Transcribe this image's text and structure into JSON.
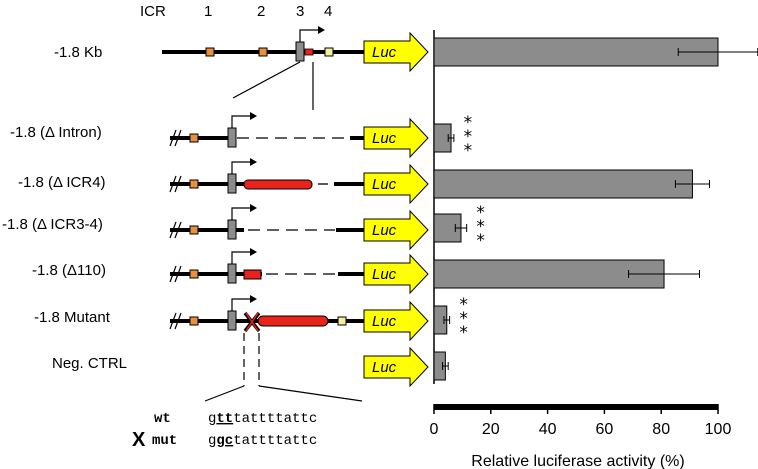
{
  "diagram": {
    "icr_header": "ICR",
    "icr_numbers": [
      "1",
      "2",
      "3",
      "4"
    ],
    "luc_label": "Luc",
    "constructs": [
      {
        "label": "-1.8 Kb"
      },
      {
        "label": "-1.8 (Δ Intron)"
      },
      {
        "label": "-1.8 (Δ ICR4)"
      },
      {
        "label": "-1.8 (Δ ICR3-4)"
      },
      {
        "label": "-1.8 (Δ110)"
      },
      {
        "label": "-1.8 Mutant"
      },
      {
        "label": "Neg. CTRL"
      }
    ],
    "sequence": {
      "wt_label": "wt",
      "mut_label": "mut",
      "mut_marker": "X",
      "wt_prefix": "g",
      "wt_site": "tt",
      "wt_rest": "tattttattc",
      "mut_prefix": "g",
      "mut_site": "gc",
      "mut_rest": "tattttattc"
    }
  },
  "colors": {
    "bar": "#8c8c8c",
    "icr1": "#e8913a",
    "icr2": "#e8913a",
    "icr3": "#8c8c8c",
    "icr4": "#f5eea0",
    "deletion_region": "#e8231b",
    "luc": "#ffff00"
  },
  "chart_data": {
    "type": "bar",
    "orientation": "horizontal",
    "categories": [
      "-1.8 Kb",
      "-1.8 (Δ Intron)",
      "-1.8 (Δ ICR4)",
      "-1.8 (Δ ICR3-4)",
      "-1.8 (Δ110)",
      "-1.8 Mutant",
      "Neg. CTRL"
    ],
    "values": [
      100,
      6,
      91,
      9.5,
      81,
      4.5,
      4
    ],
    "errors": [
      14,
      1,
      6,
      2,
      12.5,
      1,
      1
    ],
    "significance": [
      "",
      "***",
      "",
      "***",
      "",
      "***",
      ""
    ],
    "xlabel": "Relative luciferase activity (%)",
    "xlim": [
      0,
      100
    ],
    "xticks": [
      "0",
      "20",
      "40",
      "60",
      "80",
      "100"
    ],
    "grid": false
  }
}
